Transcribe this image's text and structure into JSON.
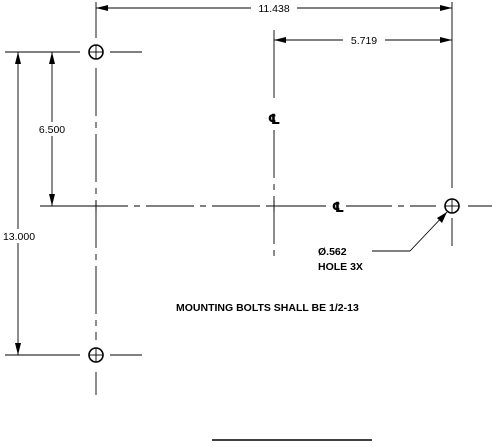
{
  "dimensions": {
    "overall_width": "11.438",
    "half_width": "5.719",
    "half_height": "6.500",
    "overall_height": "13.000"
  },
  "hole_callout": {
    "diameter": "Ø.562",
    "quantity": "HOLE 3X"
  },
  "note": "MOUNTING BOLTS SHALL BE 1/2-13",
  "centerline_symbol": "℄"
}
